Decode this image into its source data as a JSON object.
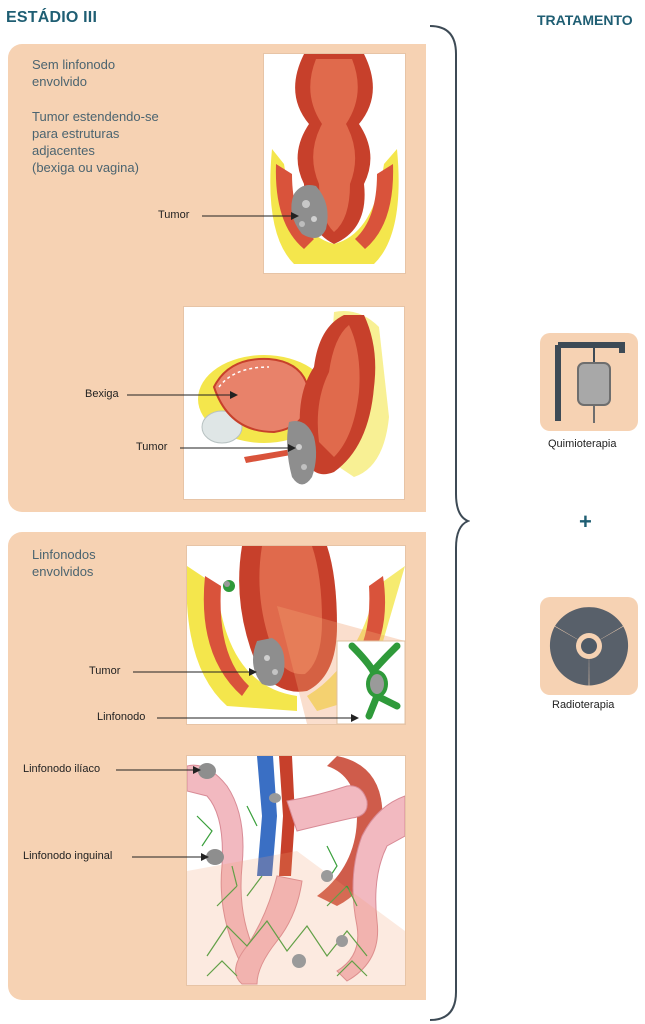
{
  "header": {
    "title": "ESTÁDIO III",
    "treatment_title": "TRATAMENTO"
  },
  "panel1": {
    "text_line1": "Sem linfonodo",
    "text_line2": "envolvido",
    "text_line3": "Tumor estendendo-se",
    "text_line4": "para estruturas",
    "text_line5": "adjacentes",
    "text_line6": "(bexiga ou vagina)",
    "labels": {
      "tumor_top": "Tumor",
      "bexiga": "Bexiga",
      "tumor_side": "Tumor"
    }
  },
  "panel2": {
    "text_line1": "Linfonodos",
    "text_line2": "envolvidos",
    "labels": {
      "tumor": "Tumor",
      "linfonodo": "Linfonodo",
      "linfonodo_iliaco": "Linfonodo ilíaco",
      "linfonodo_inguinal": "Linfonodo inguinal"
    }
  },
  "treatment": {
    "chemo_label": "Quimioterapia",
    "plus": "+",
    "radio_label": "Radioterapia"
  },
  "colors": {
    "heading": "#1f5e73",
    "panel": "#f6d2b3",
    "colon": "#c7402b",
    "node": "#2f9a3a",
    "fat": "#f2e34a"
  }
}
